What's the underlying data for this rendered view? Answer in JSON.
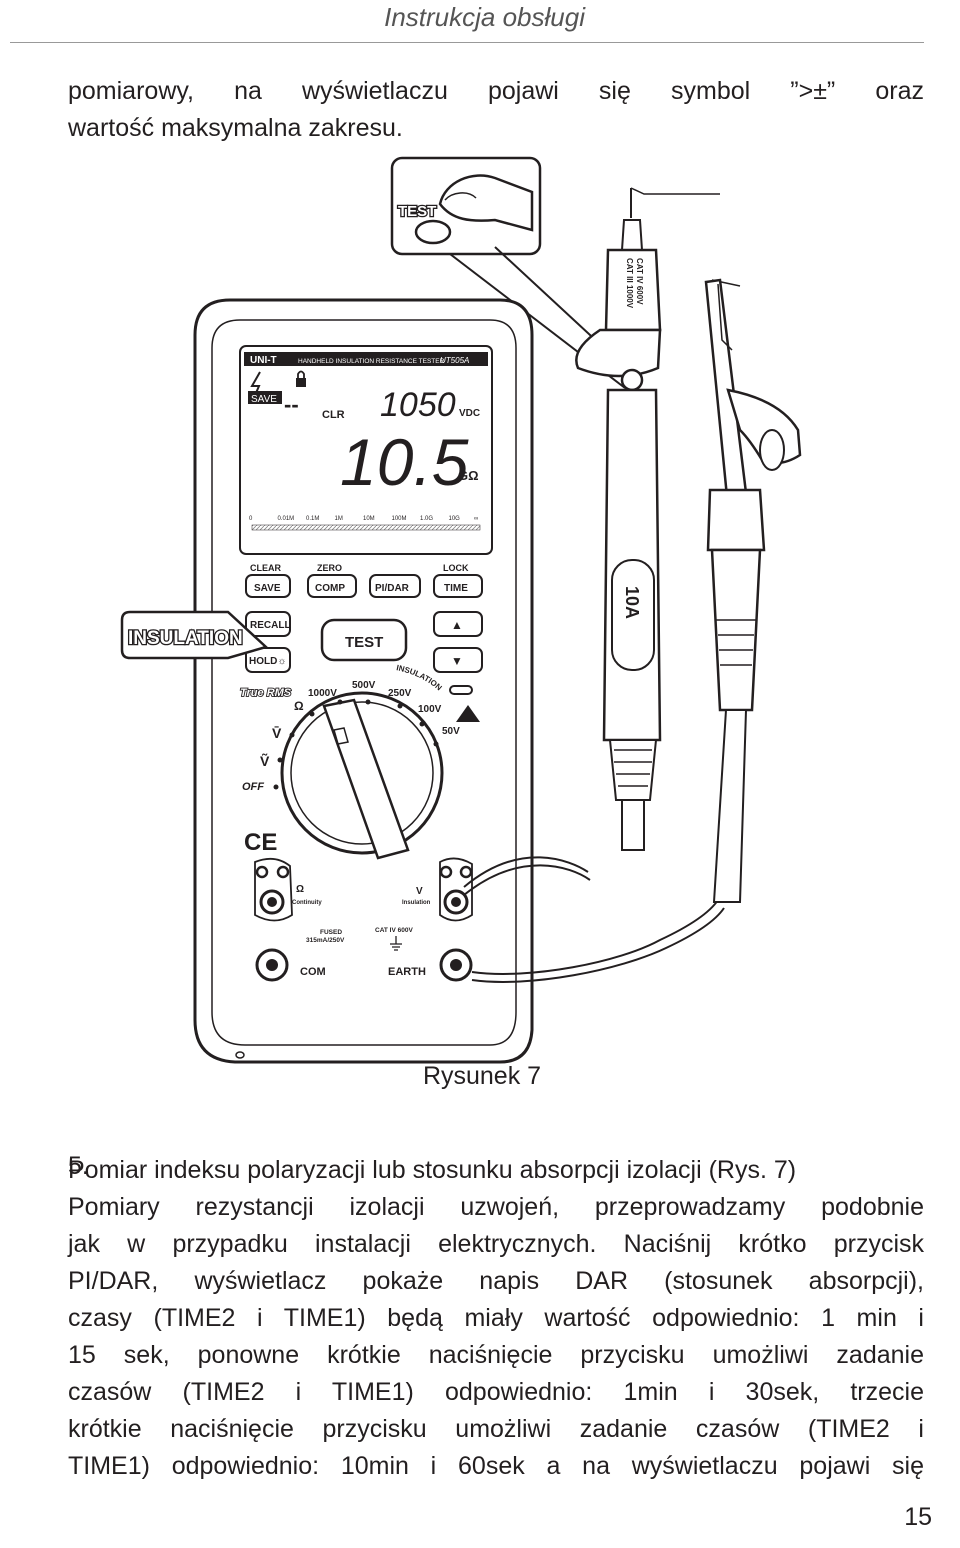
{
  "header": {
    "title": "Instrukcja obsługi"
  },
  "intro_lines": [
    "pomiarowy, na wyświetlaczu pojawi się symbol ”>±” oraz",
    "wartość maksymalna zakresu."
  ],
  "figure": {
    "caption": "Rysunek 7",
    "device": {
      "brand": "UNI-T",
      "product": "HANDHELD INSULATION RESISTANCE TESTER",
      "model": "UT505A",
      "display": {
        "save": "SAVE",
        "clr": "CLR",
        "dashes": "--",
        "voltage_value": "1050",
        "voltage_unit": "VDC",
        "main_value": "10.5",
        "main_unit": "GΩ",
        "scale": [
          "0",
          "0.01M",
          "0.1M",
          "1M",
          "10M",
          "100M",
          "1.0G",
          "10G",
          "∞"
        ]
      },
      "buttons": {
        "top_labels": {
          "clear": "CLEAR",
          "zero": "ZERO",
          "lock": "LOCK"
        },
        "save": "SAVE",
        "comp": "COMP",
        "pidar": "PI/DAR",
        "time": "TIME",
        "recall": "RECALL",
        "hold": "HOLD☼",
        "test": "TEST",
        "up": "▲",
        "down": "▼"
      },
      "dial": {
        "true_rms": "True RMS",
        "insulation_arc": "INSULATION",
        "ranges": [
          "1000V",
          "500V",
          "250V",
          "100V",
          "50V"
        ],
        "ohm": "Ω",
        "v_dc": "V̄",
        "v_ac": "Ṽ",
        "off": "OFF"
      },
      "ce": "CE",
      "terminals": {
        "continuity_symbol": "Ω",
        "continuity": "Continuity",
        "insulation_symbol": "V",
        "insulation": "Insulation",
        "fused": "FUSED",
        "fuse_rating": "315mA/250V",
        "cat": "CAT IV 600V",
        "com": "COM",
        "earth": "EARTH"
      }
    },
    "callout_test": "TEST",
    "callout_insulation": "INSULATION",
    "probe": {
      "cat_line1": "CAT IV 600V",
      "cat_line2": "CAT III 1000V",
      "rating": "10A"
    }
  },
  "section": {
    "number": "5.",
    "lines": [
      "Pomiar indeksu polaryzacji lub stosunku absorpcji izolacji (Rys. 7)",
      "Pomiary rezystancji izolacji uzwojeń, przeprowadzamy podobnie",
      "jak w przypadku instalacji elektrycznych. Naciśnij krótko przycisk",
      "PI/DAR, wyświetlacz pokaże napis DAR (stosunek absorpcji),",
      "czasy (TIME2 i TIME1) będą miały wartość odpowiednio: 1 min i",
      "15 sek, ponowne krótkie naciśnięcie przycisku umożliwi zadanie",
      "czasów (TIME2 i TIME1) odpowiednio: 1min i 30sek, trzecie",
      "krótkie naciśnięcie przycisku umożliwi zadanie czasów (TIME2 i",
      "TIME1) odpowiednio: 10min i 60sek a na wyświetlaczu pojawi się"
    ]
  },
  "page_number": "15"
}
